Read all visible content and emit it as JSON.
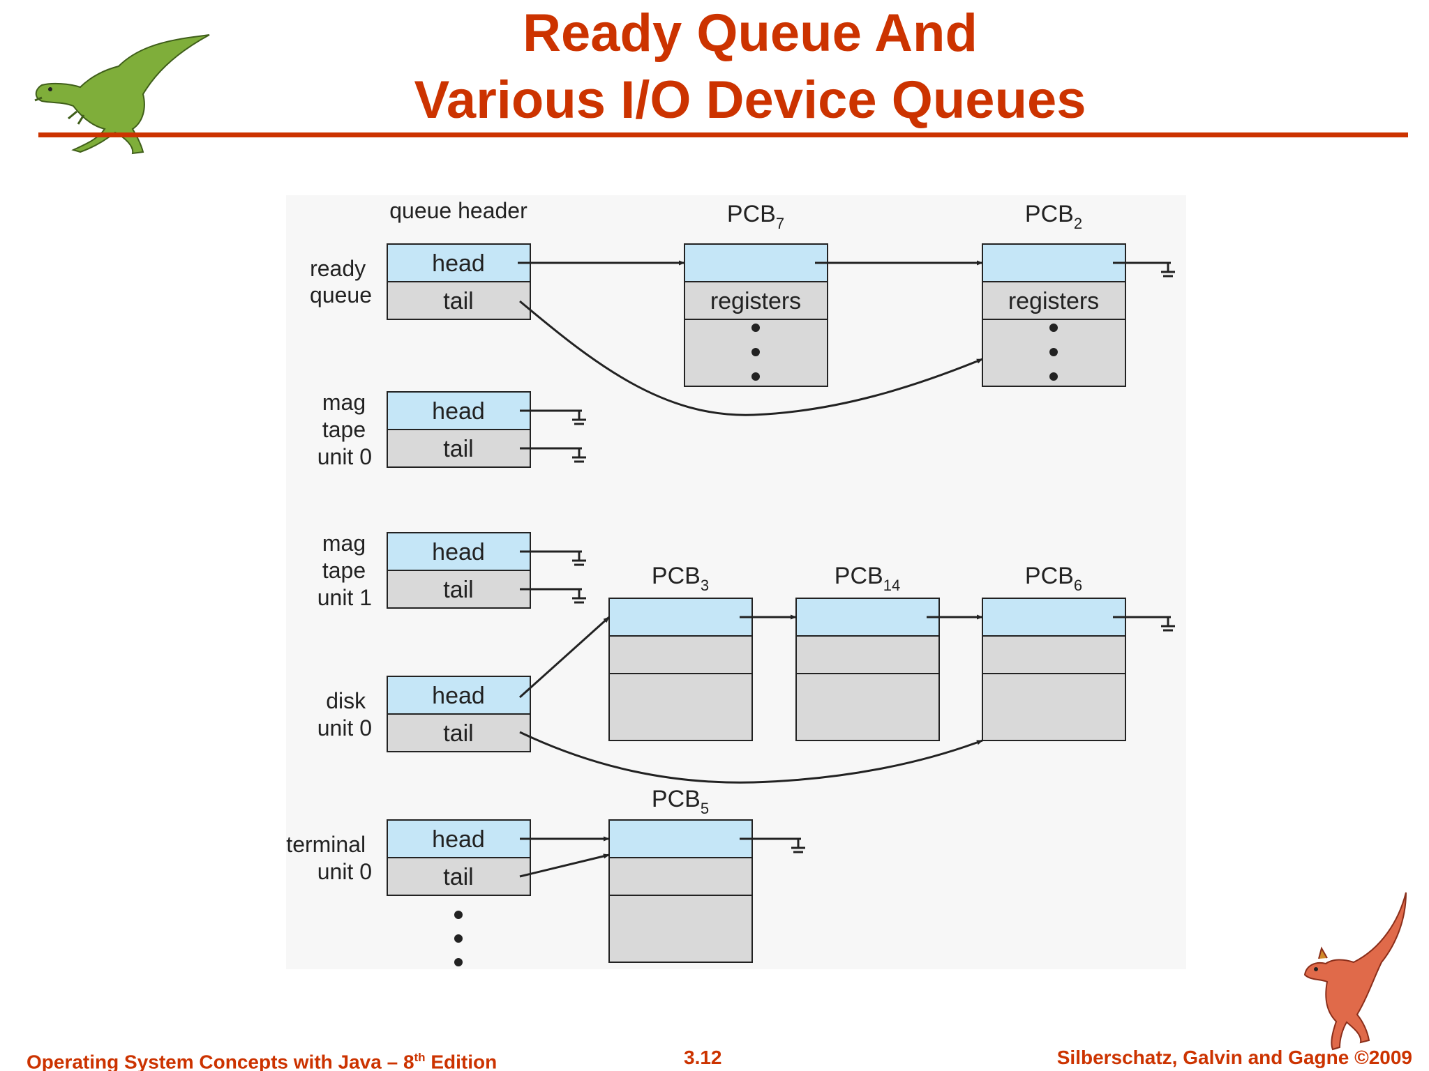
{
  "slide": {
    "title_line_1": "Ready Queue And",
    "title_line_2": "Various I/O Device Queues"
  },
  "diagram": {
    "queue_header_label": "queue header",
    "field_labels": {
      "head": "head",
      "tail": "tail",
      "registers": "registers"
    },
    "pcb_prefix": "PCB",
    "queues": [
      {
        "id": "ready",
        "lines": [
          "ready",
          "queue"
        ]
      },
      {
        "id": "mag0",
        "lines": [
          "mag",
          "tape",
          "unit 0"
        ]
      },
      {
        "id": "mag1",
        "lines": [
          "mag",
          "tape",
          "unit 1"
        ]
      },
      {
        "id": "disk0",
        "lines": [
          "disk",
          "unit 0"
        ]
      },
      {
        "id": "term0",
        "lines": [
          "terminal",
          "unit 0"
        ]
      }
    ],
    "pcbs": [
      {
        "id": "p7",
        "num": "7"
      },
      {
        "id": "p2",
        "num": "2"
      },
      {
        "id": "p3",
        "num": "3"
      },
      {
        "id": "p14",
        "num": "14"
      },
      {
        "id": "p6",
        "num": "6"
      },
      {
        "id": "p5",
        "num": "5"
      }
    ],
    "colors": {
      "header_fill": "#c5e6f7",
      "body_fill": "#d9d9d9",
      "background_panel": "#f7f7f7",
      "stroke": "#222222"
    }
  },
  "footer": {
    "left_prefix": "Operating System Concepts with Java – 8",
    "left_sup": "th",
    "left_suffix": " Edition",
    "center": "3.12",
    "right": "Silberschatz, Galvin and Gagne ©2009"
  },
  "images": [
    "green-dinosaur-logo",
    "red-dinosaur-logo"
  ]
}
